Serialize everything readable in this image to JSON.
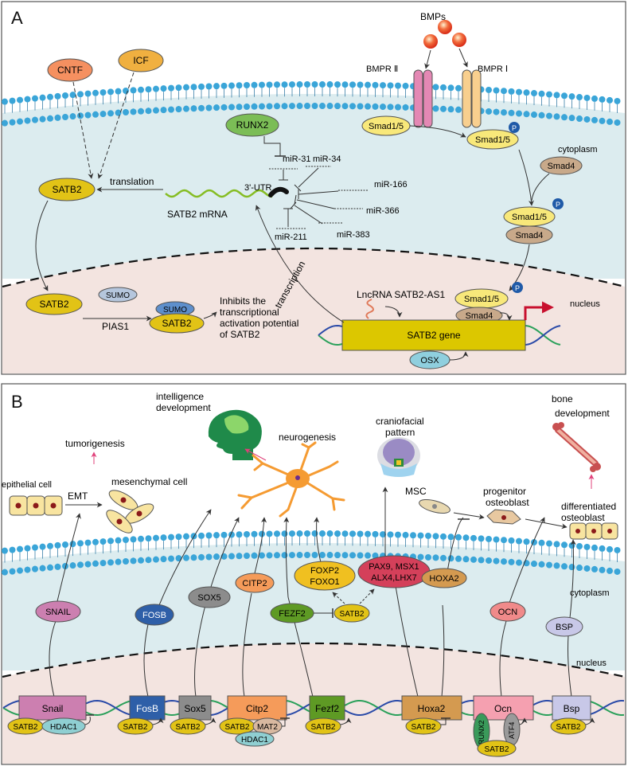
{
  "panel_a": {
    "label": "A",
    "bmps": "BMPs",
    "bmpr2": "BMPR Ⅱ",
    "bmpr1": "BMPR Ⅰ",
    "cntf": "CNTF",
    "icf": "ICF",
    "runx2": "RUNX2",
    "satb2": "SATB2",
    "translation": "translation",
    "mrna": "SATB2  mRNA",
    "utr": "3'-UTR",
    "mirnas": [
      "miR-31",
      "miR-34",
      "miR-166",
      "miR-366",
      "miR-211",
      "miR-383"
    ],
    "smad15": "Smad1/5",
    "smad4": "Smad4",
    "p": "P",
    "cytoplasm": "cytoplasm",
    "nucleus": "nucleus",
    "transcription": "transcription",
    "lncrna": "LncRNA SATB2-AS1",
    "gene": "SATB2     gene",
    "osx": "OSX",
    "sumo": "SUMO",
    "pias1": "PIAS1",
    "inhibits": [
      "Inhibits the",
      "transcriptional",
      "activation potential",
      "of SATB2"
    ]
  },
  "panel_b": {
    "label": "B",
    "intelligence": [
      "intelligence",
      "development"
    ],
    "tumorigenesis": "tumorigenesis",
    "neurogenesis": "neurogenesis",
    "craniofacial": [
      "craniofacial",
      "pattern"
    ],
    "bone_dev": [
      "bone",
      "development"
    ],
    "epithelial": "epithelial cell",
    "emt": "EMT",
    "mesenchymal": "mesenchymal cell",
    "msc": "MSC",
    "progenitor": [
      "progenitor",
      "osteoblast"
    ],
    "differentiated": [
      "differentiated",
      "osteoblast"
    ],
    "cytoplasm": "cytoplasm",
    "nucleus": "nucleus",
    "proteins": {
      "snail": "SNAIL",
      "fosb": "FOSB",
      "sox5": "SOX5",
      "citp2": "CITP2",
      "foxp": [
        "FOXP2",
        "FOXO1"
      ],
      "fezf2": "FEZF2",
      "satb2": "SATB2",
      "pax": [
        "PAX9, MSX1",
        "ALX4,LHX7"
      ],
      "hoxa2": "HOXA2",
      "ocn": "OCN",
      "bsp": "BSP"
    },
    "genes": [
      "Snail",
      "FosB",
      "Sox5",
      "Citp2",
      "Fezf2",
      "Hoxa2",
      "Ocn",
      "Bsp"
    ],
    "hdac1": "HDAC1",
    "mat2": "MAT2",
    "runx2": "RUNX2",
    "atf4": "ATF4"
  },
  "colors": {
    "membrane_blue": "#3aa5d8",
    "cytoplasm": "#dcecef",
    "nucleus": "#f3e4e0",
    "satb2_yellow": "#e2c316",
    "gene_bar": "#dcc700",
    "red_arrow": "#c8102e",
    "magenta_arrow": "#e0407a"
  }
}
